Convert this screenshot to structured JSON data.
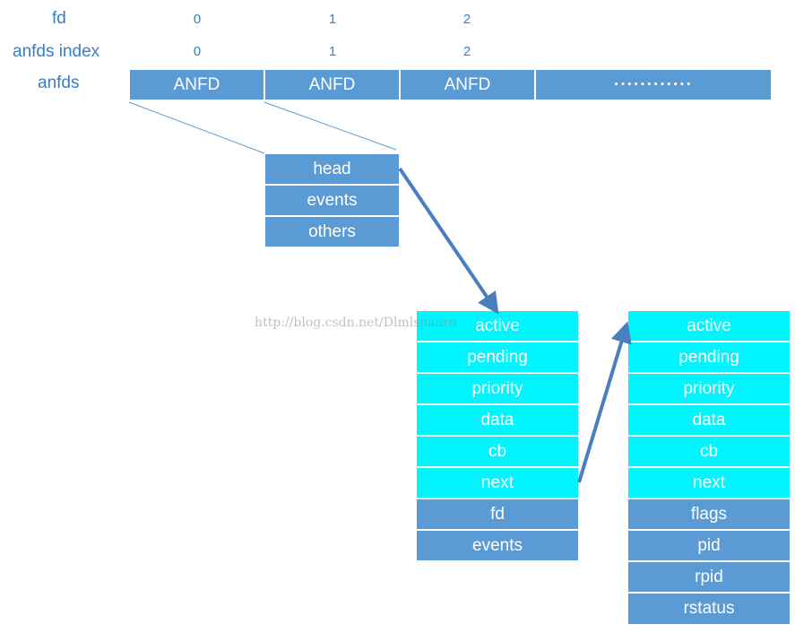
{
  "row_labels": {
    "fd": "fd",
    "anfds_index": "anfds index",
    "anfds": "anfds"
  },
  "fd_values": [
    "0",
    "1",
    "2"
  ],
  "index_values": [
    "0",
    "1",
    "2"
  ],
  "anfds_cells": [
    "ANFD",
    "ANFD",
    "ANFD"
  ],
  "anfds_more": "············",
  "anfd_struct": [
    "head",
    "events",
    "others"
  ],
  "watcher_io": {
    "cyan_fields": [
      "active",
      "pending",
      "priority",
      "data",
      "cb",
      "next"
    ],
    "blue_fields": [
      "fd",
      "events"
    ]
  },
  "watcher_child": {
    "cyan_fields": [
      "active",
      "pending",
      "priority",
      "data",
      "cb",
      "next"
    ],
    "blue_fields": [
      "flags",
      "pid",
      "rpid",
      "rstatus"
    ]
  },
  "watermark": "http://blog.csdn.net/Dlmlsnaaro",
  "colors": {
    "blue": "#5b9bd5",
    "cyan": "#00f5ff",
    "label": "#3a7ec2",
    "arrow": "#4a7fbd"
  }
}
